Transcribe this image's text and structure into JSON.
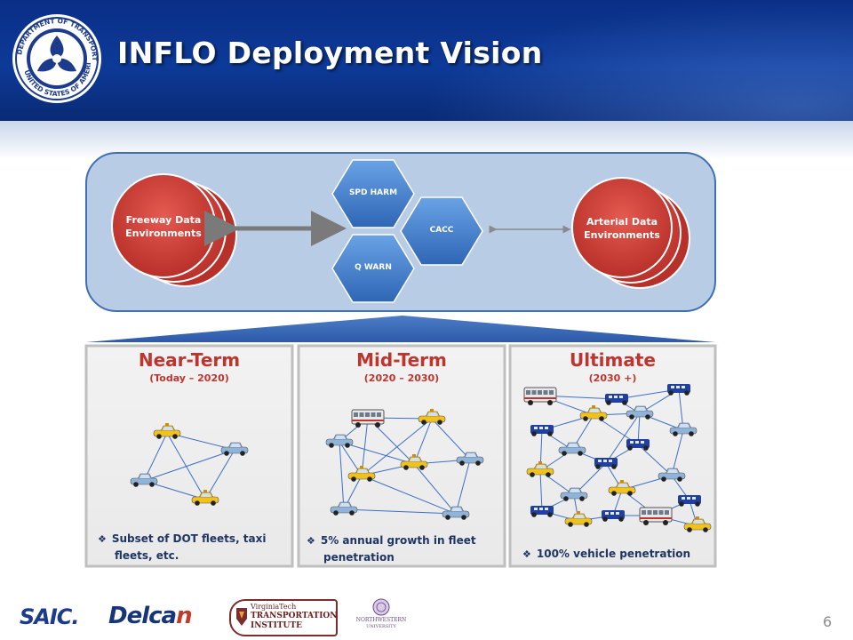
{
  "slide": {
    "title": "INFLO Deployment Vision",
    "page_number": "6"
  },
  "seal": {
    "icon": "dot-seal-icon",
    "text": "DEPARTMENT OF TRANSPORTATION · UNITED STATES OF AMERICA"
  },
  "top_diagram": {
    "left_oval": {
      "line1": "Freeway Data",
      "line2": "Environments"
    },
    "right_oval": {
      "line1": "Arterial Data",
      "line2": "Environments"
    },
    "hexagons": [
      {
        "label": "SPD HARM"
      },
      {
        "label": "CACC"
      },
      {
        "label": "Q WARN"
      }
    ]
  },
  "panels": [
    {
      "title": "Near-Term",
      "subtitle": "(Today – 2020)",
      "bullet_line1": "Subset of DOT fleets, taxi",
      "bullet_line2": "fleets, etc."
    },
    {
      "title": "Mid-Term",
      "subtitle": "(2020 – 2030)",
      "bullet_line1": "5% annual growth in fleet",
      "bullet_line2": "penetration"
    },
    {
      "title": "Ultimate",
      "subtitle": "(2030 +)",
      "bullet_line1": "100% vehicle penetration",
      "bullet_line2": ""
    }
  ],
  "bullet_marker": "❖",
  "logos": {
    "saic": "SAIC.",
    "delcan_main": "Delca",
    "delcan_accent": "n",
    "vt_top": "VirginiaTech",
    "vt_mid": "TRANSPORTATION",
    "vt_bot": "INSTITUTE",
    "nw_name": "NORTHWESTERN",
    "nw_univ": "UNIVERSITY"
  },
  "colors": {
    "header": "#0d3a98",
    "oval_red": "#d23a35",
    "hex_blue": "#3f7fd0",
    "container_fill": "#b9cce6",
    "panel_title": "#c0342e",
    "bullet_text": "#1f3563",
    "link_line": "#3b6fc7",
    "taxi": "#f1c21b",
    "sedan": "#8fb3d9",
    "van": "#1f3fa5"
  }
}
